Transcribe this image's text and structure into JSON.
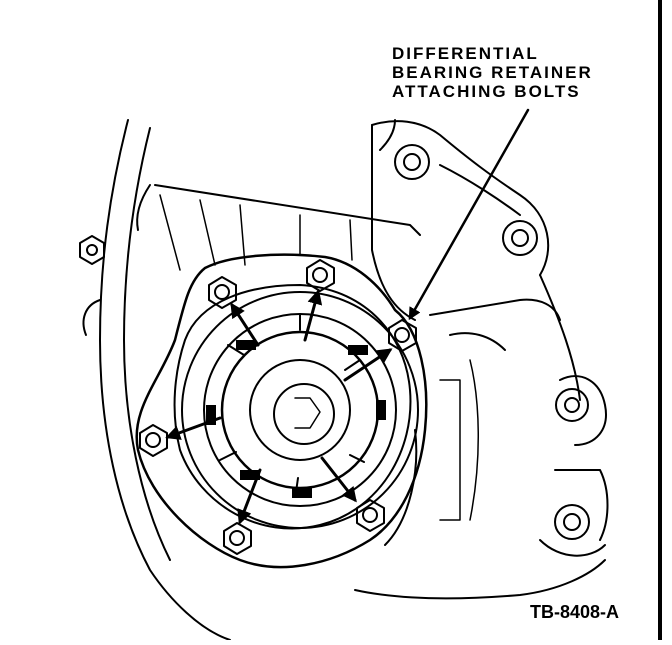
{
  "callout": {
    "line1": "DIFFERENTIAL",
    "line2": "BEARING RETAINER",
    "line3": "ATTACHING BOLTS"
  },
  "figure_id": "TB-8408-A",
  "bolt_count": 6,
  "colors": {
    "ink": "#000000",
    "paper": "#ffffff"
  }
}
